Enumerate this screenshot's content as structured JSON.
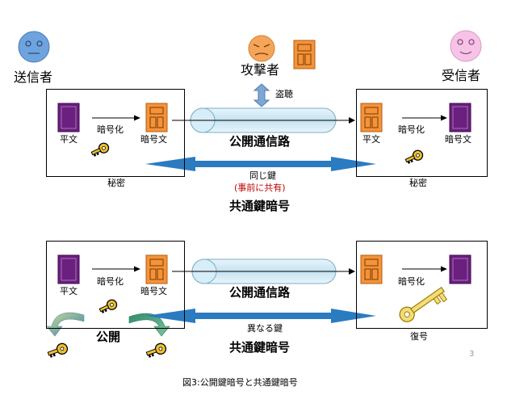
{
  "actors": {
    "sender": "送信者",
    "attacker": "攻撃者",
    "receiver": "受信者"
  },
  "top": {
    "eavesdrop": "盗聴",
    "plaintext_left": "平文",
    "encrypt_left": "暗号化",
    "ciphertext_left": "暗号文",
    "channel": "公開通信路",
    "plaintext_right": "平文",
    "encrypt_right": "暗号化",
    "ciphertext_right": "暗号文",
    "secret_left": "秘密",
    "secret_right": "秘密",
    "same_key": "同じ鍵",
    "shared": "(事前に共有)",
    "scheme": "共通鍵暗号"
  },
  "bottom": {
    "plaintext_left": "平文",
    "encrypt_left": "暗号化",
    "ciphertext_left": "暗号文",
    "channel": "公開通信路",
    "encrypt_right": "暗号化",
    "public": "公開",
    "different_key": "異なる鍵",
    "decrypt": "復号",
    "scheme": "共通鍵暗号"
  },
  "page_number": "3",
  "caption": "図3:公開鍵暗号と共通鍵暗号",
  "colors": {
    "purple": "#6b1f7f",
    "orange": "#f4933a",
    "blue_face": "#6fa3de",
    "pink_face": "#f6c3e7",
    "orange_face": "#f5a55a",
    "arrow_blue": "#2b7bc0",
    "pipe": "#cfe6f2"
  }
}
